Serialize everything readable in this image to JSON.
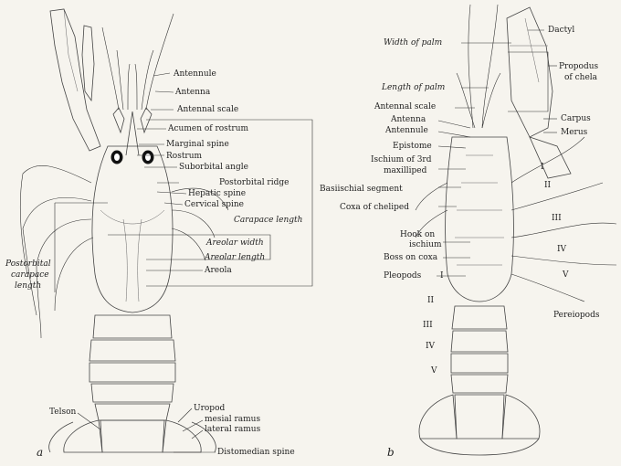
{
  "panel_a": {
    "letter": "a",
    "labels": {
      "antennule": "Antennule",
      "antenna": "Antenna",
      "antennal_scale": "Antennal scale",
      "acumen": "Acumen of rostrum",
      "marginal_spine": "Marginal spine",
      "rostrum": "Rostrum",
      "suborbital_angle": "Suborbital angle",
      "postorbital_ridge": "Postorbital ridge",
      "hepatic_spine": "Hepatic spine",
      "cervical_spine": "Cervical spine",
      "carapace_length": "Carapace length",
      "areolar_width": "Areolar width",
      "areolar_length": "Areolar length",
      "areola": "Areola",
      "postorbital_carapace_1": "Postorbital",
      "postorbital_carapace_2": "carapace",
      "postorbital_carapace_3": "length",
      "telson": "Telson",
      "uropod": "Uropod",
      "mesial_ramus": "mesial ramus",
      "lateral_ramus": "lateral ramus",
      "distomedian_spine": "Distomedian spine"
    }
  },
  "panel_b": {
    "letter": "b",
    "labels": {
      "width_of_palm": "Width of palm",
      "length_of_palm": "Length of palm",
      "antennal_scale": "Antennal scale",
      "antenna": "Antenna",
      "antennule": "Antennule",
      "epistome": "Epistome",
      "ischium_3rd_1": "Ischium of 3rd",
      "ischium_3rd_2": "maxilliped",
      "basiischial": "Basiischial segment",
      "coxa_cheliped": "Coxa of cheliped",
      "hook_1": "Hook on",
      "hook_2": "ischium",
      "boss_on_coxa": "Boss on coxa",
      "pleopods": "Pleopods",
      "dactyl": "Dactyl",
      "propodus_1": "Propodus",
      "propodus_2": "of chela",
      "carpus": "Carpus",
      "merus": "Merus",
      "pereiopods": "Pereiopods"
    },
    "pleopod_numerals": [
      "I",
      "II",
      "III",
      "IV",
      "V"
    ],
    "pereiopod_numerals": [
      "I",
      "II",
      "III",
      "IV",
      "V"
    ]
  }
}
